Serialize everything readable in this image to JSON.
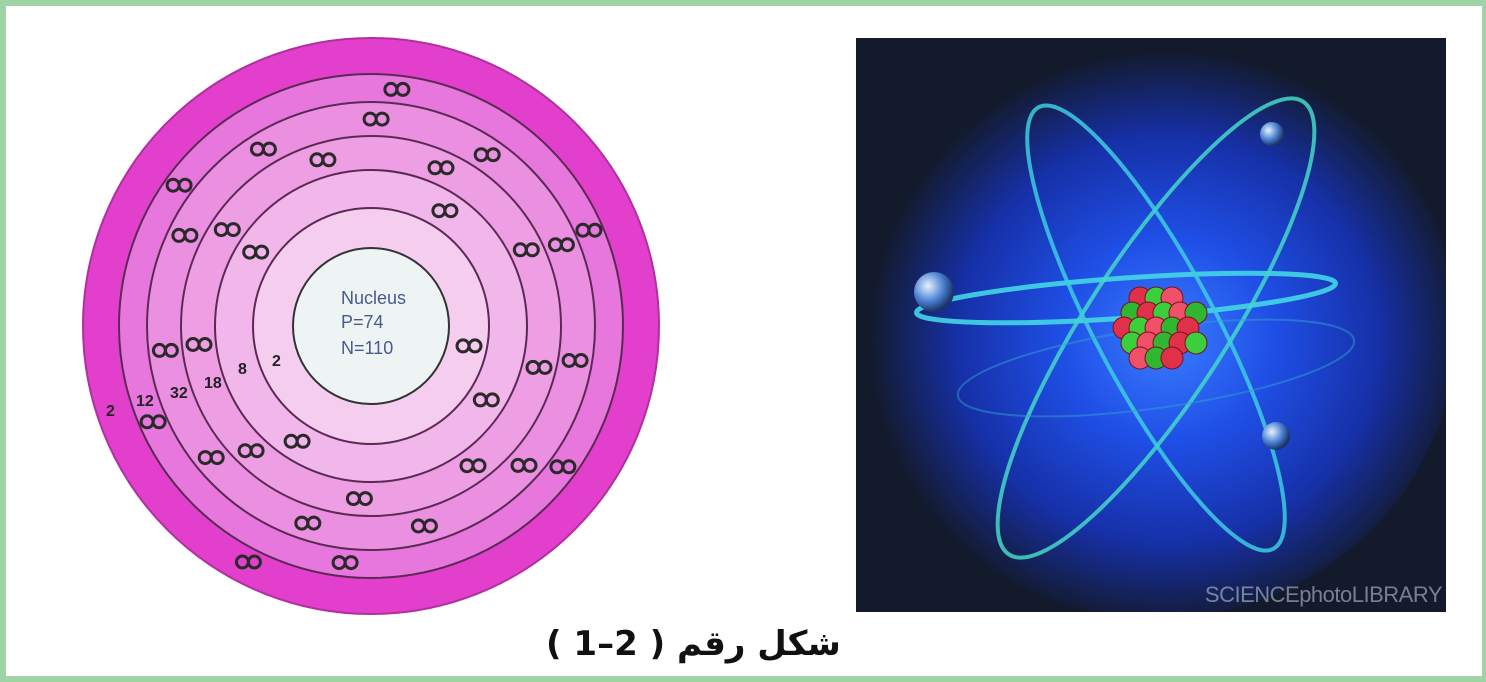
{
  "shell_diagram": {
    "nucleus_lines": [
      "Nucleus",
      "P=74",
      "N=110"
    ],
    "shell_counts": [
      "2",
      "8",
      "18",
      "32",
      "12",
      "2"
    ]
  },
  "atom_photo": {
    "watermark": "SCIENCEphotoLIBRARY"
  },
  "caption": "شكل رقم ( 2–1 )"
}
